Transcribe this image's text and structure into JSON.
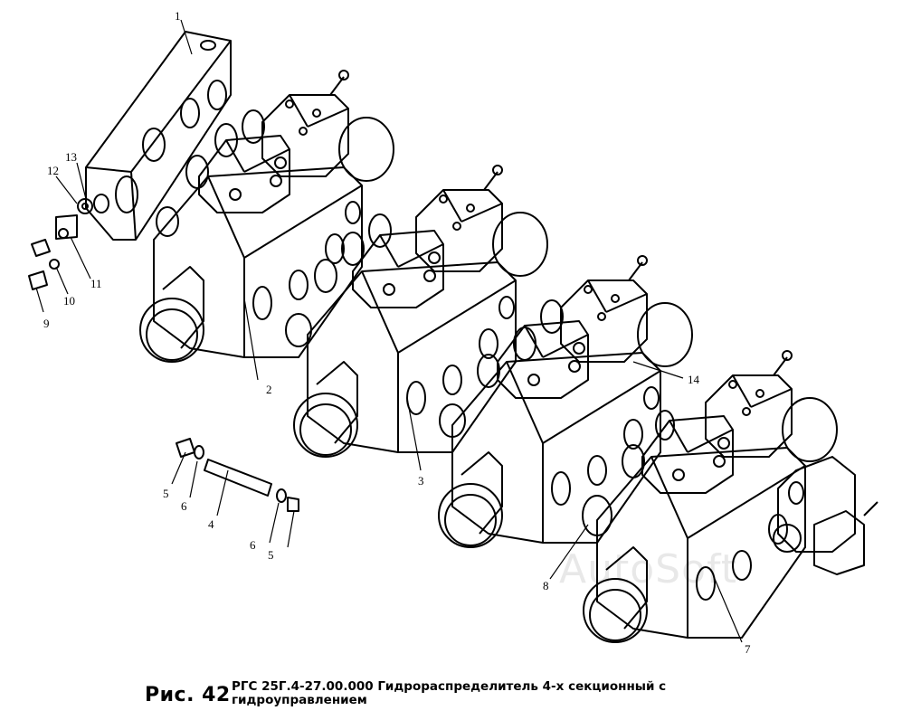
{
  "figure": {
    "number_label": "Рис. 42",
    "caption": "РГС 25Г.4-27.00.000 Гидрораспределитель 4-х секционный с гидроуправлением"
  },
  "watermark": "AutoSoft",
  "callouts": [
    "1",
    "2",
    "3",
    "4",
    "5",
    "5",
    "6",
    "6",
    "7",
    "8",
    "9",
    "10",
    "11",
    "12",
    "13",
    "14"
  ],
  "colors": {
    "line": "#000000",
    "background": "#ffffff"
  }
}
